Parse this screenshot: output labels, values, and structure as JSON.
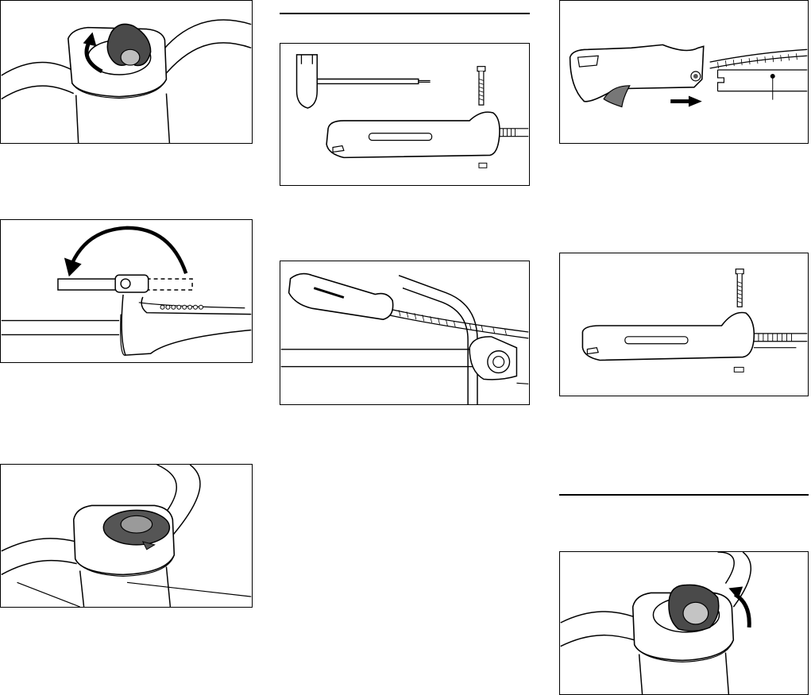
{
  "document": {
    "type": "manual-page",
    "figures": [
      {
        "name": "knob-loosen",
        "icon": "rotate-arrow-icon"
      },
      {
        "name": "handlebar-swing",
        "icon": "swing-arrow-icon"
      },
      {
        "name": "knob-top-view",
        "icon": "knob-icon"
      },
      {
        "name": "handle-and-tools",
        "icon": "wrench-icon"
      },
      {
        "name": "handle-on-shaft",
        "icon": "handle-icon"
      },
      {
        "name": "control-handle-slide",
        "icon": "push-arrow-icon"
      },
      {
        "name": "handle-screw-mount",
        "icon": "screw-icon"
      },
      {
        "name": "knob-tighten",
        "icon": "rotate-arrow-icon"
      }
    ],
    "colors": {
      "line": "#000000",
      "shade": "#555555",
      "light": "#9a9a9a",
      "paper": "#ffffff"
    }
  }
}
